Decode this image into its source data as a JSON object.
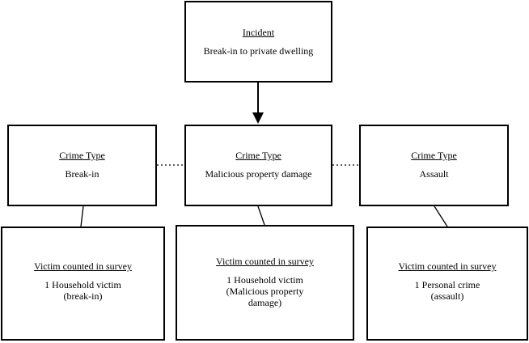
{
  "incident": {
    "heading": "Incident",
    "text": "Break-in to private dwelling"
  },
  "crime_types": [
    {
      "heading": "Crime Type",
      "text": "Break-in"
    },
    {
      "heading": "Crime Type",
      "text": "Malicious property damage"
    },
    {
      "heading": "Crime Type",
      "text": "Assault"
    }
  ],
  "victims": [
    {
      "heading": "Victim counted in survey",
      "line1": "1 Household victim",
      "line2": "(break-in)",
      "line3": ""
    },
    {
      "heading": "Victim counted in survey",
      "line1": "1 Household victim",
      "line2": "(Malicious property",
      "line3": "damage)"
    },
    {
      "heading": "Victim counted in survey",
      "line1": "1 Personal crime",
      "line2": "(assault)",
      "line3": ""
    }
  ]
}
